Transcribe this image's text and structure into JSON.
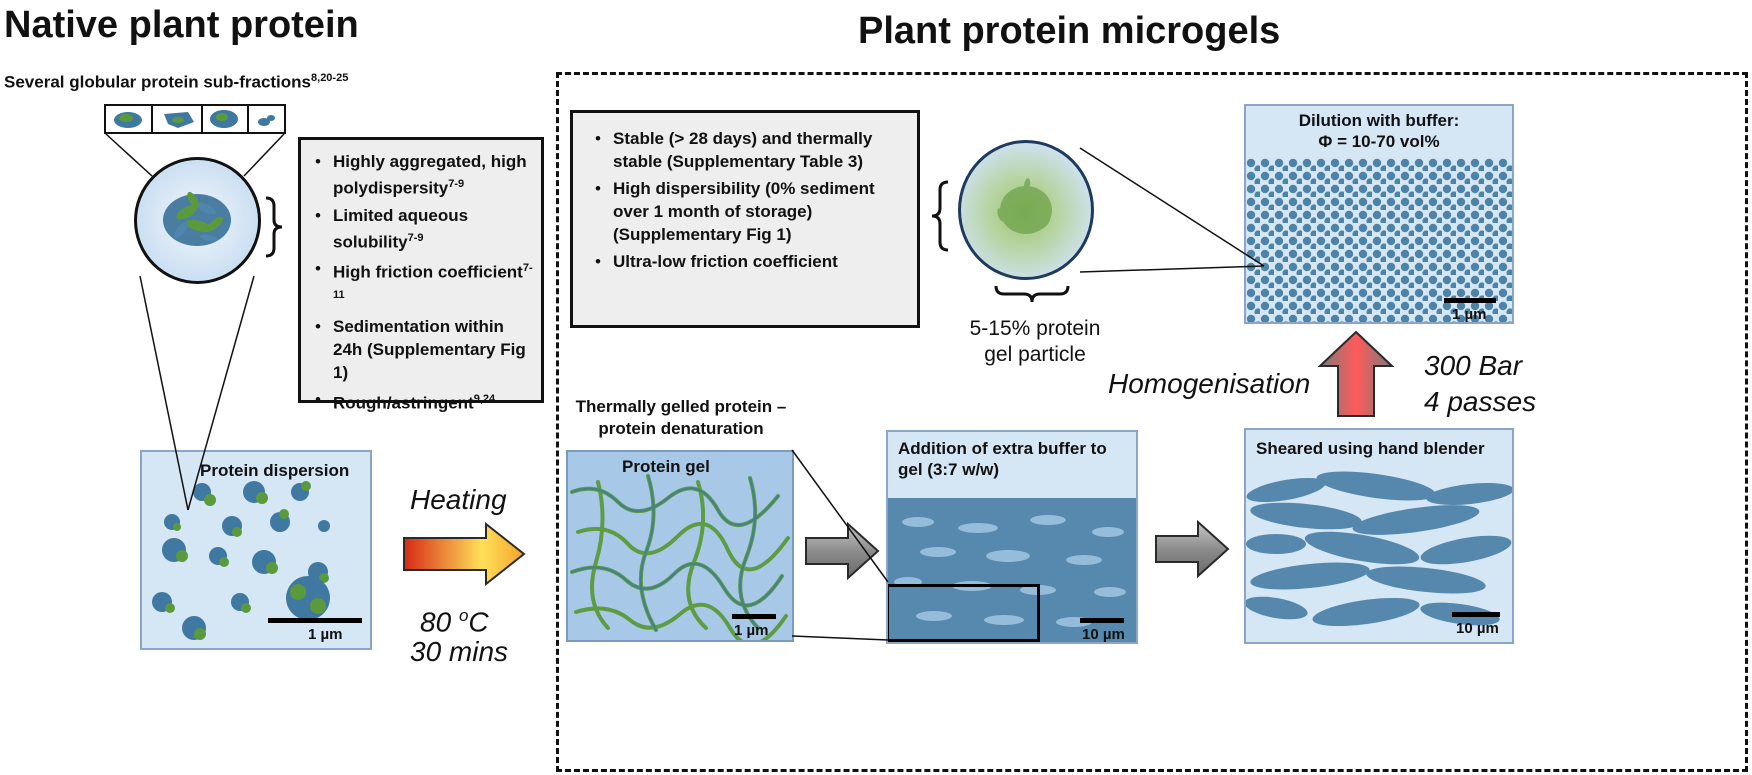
{
  "titles": {
    "native": "Native plant protein",
    "microgels": "Plant protein microgels"
  },
  "subfractions": {
    "label": "Several globular protein sub-fractions",
    "refs": "8,20-25"
  },
  "native_props": [
    {
      "text": "Highly aggregated, high polydispersity",
      "sup": "7-9"
    },
    {
      "text": "Limited aqueous solubility",
      "sup": "7-9"
    },
    {
      "text": "High friction coefficient",
      "sup": "7-11"
    },
    {
      "text": "Sedimentation within 24h (Supplementary Fig 1)",
      "sup": ""
    },
    {
      "text": "Rough/astringent",
      "sup": "9,24"
    }
  ],
  "microgel_props": [
    "Stable (> 28 days) and thermally stable (Supplementary Table 3)",
    "High dispersibility (0% sediment over 1 month of storage) (Supplementary Fig 1)",
    "Ultra-low friction coefficient"
  ],
  "particle_label": {
    "line1": "5-15% protein",
    "line2": "gel particle"
  },
  "panels": {
    "dispersion": {
      "label": "Protein dispersion",
      "scale": "1 µm"
    },
    "gel_heading": {
      "line1": "Thermally gelled protein –",
      "line2": "protein denaturation"
    },
    "gel": {
      "label": "Protein gel",
      "scale": "1 µm"
    },
    "buffer": {
      "label_line1": "Addition of extra buffer to",
      "label_line2": "gel (3:7 w/w)",
      "scale": "10 µm"
    },
    "sheared": {
      "label": "Sheared using hand blender",
      "scale": "10 µm"
    },
    "dilution": {
      "label_line1": "Dilution with buffer:",
      "label_line2": "Φ = 10-70 vol%",
      "scale": "1 µm"
    }
  },
  "process": {
    "heating": "Heating",
    "temp_value": "80 ",
    "temp_sup": "o",
    "temp_unit": "C",
    "time": "30 mins",
    "homogenisation": "Homogenisation",
    "pressure": "300 Bar",
    "passes": "4 passes"
  },
  "colors": {
    "panel_bg": "#d5e6f5",
    "gel_bg": "#a8c8e8",
    "protein_green": "#5b9a3c",
    "protein_blue": "#3f78a0",
    "heating_arrow_start": "#d62a16",
    "heating_arrow_end": "#ffe05a",
    "gray_arrow": "#8c8c8c",
    "homog_arrow": "#e53b3b"
  }
}
